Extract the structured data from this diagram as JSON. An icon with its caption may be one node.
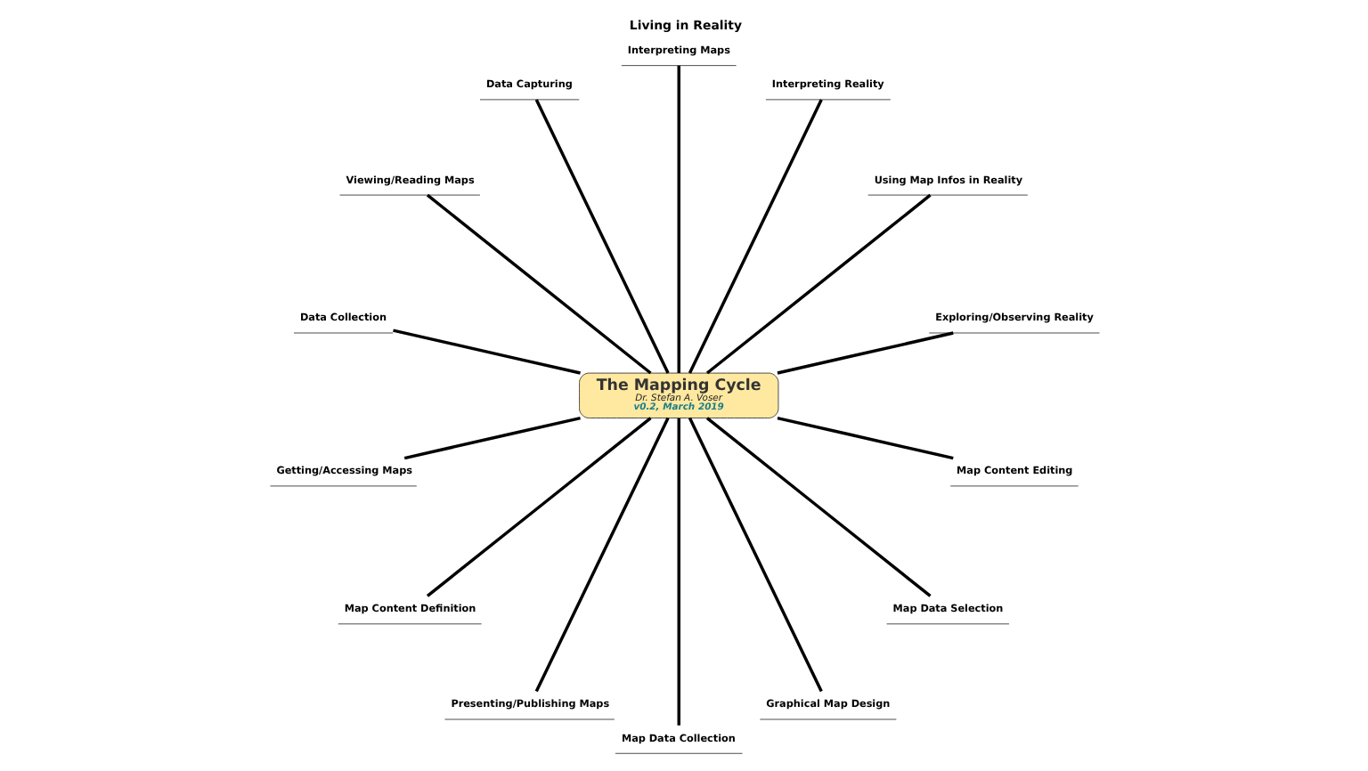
{
  "diagram": {
    "title": "Living in Reality",
    "nodes": [
      {
        "text": [
          "The Mapping Cycle",
          "Dr. Stefan A. Voser",
          "v0.2, March 2019"
        ]
      },
      {
        "text": [
          "Exploring/Observing Reality"
        ]
      },
      {
        "text": [
          "Using Map Infos in Reality"
        ]
      },
      {
        "text": [
          "Interpreting Reality"
        ]
      },
      {
        "text": [
          "Interpreting Maps"
        ]
      },
      {
        "text": [
          "Data Capturing"
        ]
      },
      {
        "text": [
          "Viewing/Reading Maps"
        ]
      },
      {
        "text": [
          "Data Collection"
        ]
      },
      {
        "text": [
          "Getting/Accessing Maps"
        ]
      },
      {
        "text": [
          "Map Content Definition"
        ]
      },
      {
        "text": [
          "Presenting/Publishing Maps"
        ]
      },
      {
        "text": [
          "Map Data Collection"
        ]
      },
      {
        "text": [
          "Graphical Map Design"
        ]
      },
      {
        "text": [
          "Map Data Selection"
        ]
      },
      {
        "text": [
          "Map Content Editing"
        ]
      }
    ],
    "edges": [
      {
        "from": 0,
        "to": 2,
        "arrow": "none"
      },
      {
        "from": 0,
        "to": 4,
        "arrow": "none"
      },
      {
        "from": 0,
        "to": 6,
        "arrow": "none"
      },
      {
        "from": 0,
        "to": 8,
        "arrow": "none"
      },
      {
        "from": 0,
        "to": 10,
        "arrow": "none"
      },
      {
        "from": 0,
        "to": 12,
        "arrow": "none"
      },
      {
        "from": 0,
        "to": 14,
        "arrow": "none"
      },
      {
        "from": 0,
        "to": 13,
        "arrow": "none"
      },
      {
        "from": 0,
        "to": 11,
        "arrow": "none"
      },
      {
        "from": 0,
        "to": 9,
        "arrow": "none"
      },
      {
        "from": 0,
        "to": 7,
        "arrow": "none"
      },
      {
        "from": 0,
        "to": 5,
        "arrow": "none"
      },
      {
        "from": 0,
        "to": 3,
        "arrow": "none"
      },
      {
        "from": 0,
        "to": 1,
        "arrow": "none"
      }
    ]
  }
}
